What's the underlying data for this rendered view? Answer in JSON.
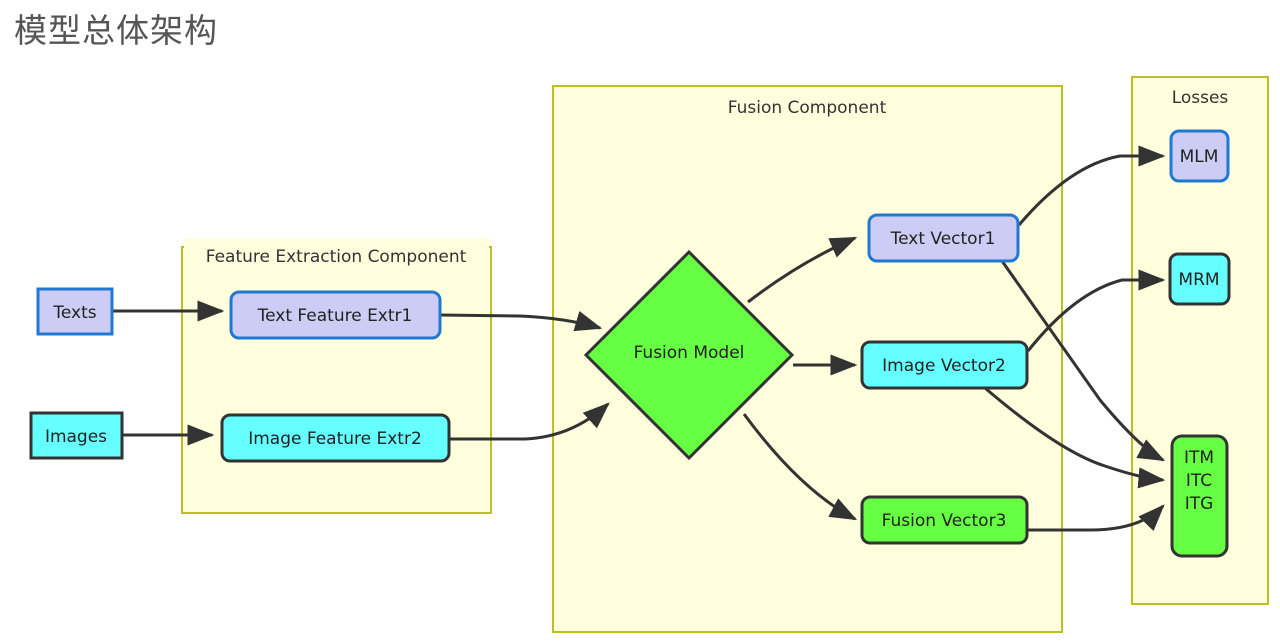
{
  "page": {
    "title": "模型总体架构",
    "background": "#ffffff",
    "title_color": "#555555"
  },
  "palette": {
    "container_fill": "#ffffdd",
    "container_stroke": "#bfbf22",
    "purple_fill": "#ccccf5",
    "blue_stroke": "#1f78d1",
    "cyan_fill": "#66ffff",
    "green_fill": "#66ff44",
    "dark_stroke": "#333333",
    "edge_color": "#333333"
  },
  "containers": [
    {
      "id": "feature-extraction",
      "label": "Feature Extraction Component"
    },
    {
      "id": "fusion",
      "label": "Fusion Component"
    },
    {
      "id": "losses",
      "label": "Losses"
    }
  ],
  "nodes": {
    "texts": {
      "label": "Texts",
      "shape": "rect",
      "fill": "#ccccf5",
      "stroke": "#1f78d1"
    },
    "images": {
      "label": "Images",
      "shape": "rect",
      "fill": "#66ffff",
      "stroke": "#333333"
    },
    "text_feature_extr1": {
      "label": "Text Feature Extr1",
      "shape": "rounded-rect",
      "fill": "#ccccf5",
      "stroke": "#1f78d1"
    },
    "image_feature_extr2": {
      "label": "Image Feature Extr2",
      "shape": "rounded-rect",
      "fill": "#66ffff",
      "stroke": "#333333"
    },
    "fusion_model": {
      "label": "Fusion Model",
      "shape": "diamond",
      "fill": "#66ff44",
      "stroke": "#333333"
    },
    "text_vector1": {
      "label": "Text Vector1",
      "shape": "rounded-rect",
      "fill": "#ccccf5",
      "stroke": "#1f78d1"
    },
    "image_vector2": {
      "label": "Image Vector2",
      "shape": "rounded-rect",
      "fill": "#66ffff",
      "stroke": "#333333"
    },
    "fusion_vector3": {
      "label": "Fusion Vector3",
      "shape": "rounded-rect",
      "fill": "#66ff44",
      "stroke": "#333333"
    },
    "mlm": {
      "label": "MLM",
      "shape": "rounded-rect",
      "fill": "#ccccf5",
      "stroke": "#1f78d1"
    },
    "mrm": {
      "label": "MRM",
      "shape": "rounded-rect",
      "fill": "#66ffff",
      "stroke": "#333333"
    },
    "itm_itc_itg": {
      "line1": "ITM",
      "line2": "ITC",
      "line3": "ITG",
      "shape": "rounded-rect",
      "fill": "#66ff44",
      "stroke": "#333333"
    }
  },
  "edges": [
    {
      "from": "texts",
      "to": "text_feature_extr1"
    },
    {
      "from": "images",
      "to": "image_feature_extr2"
    },
    {
      "from": "text_feature_extr1",
      "to": "fusion_model"
    },
    {
      "from": "image_feature_extr2",
      "to": "fusion_model"
    },
    {
      "from": "fusion_model",
      "to": "text_vector1"
    },
    {
      "from": "fusion_model",
      "to": "image_vector2"
    },
    {
      "from": "fusion_model",
      "to": "fusion_vector3"
    },
    {
      "from": "text_vector1",
      "to": "mlm"
    },
    {
      "from": "image_vector2",
      "to": "mrm"
    },
    {
      "from": "text_vector1",
      "to": "itm_itc_itg"
    },
    {
      "from": "image_vector2",
      "to": "itm_itc_itg"
    },
    {
      "from": "fusion_vector3",
      "to": "itm_itc_itg"
    }
  ]
}
